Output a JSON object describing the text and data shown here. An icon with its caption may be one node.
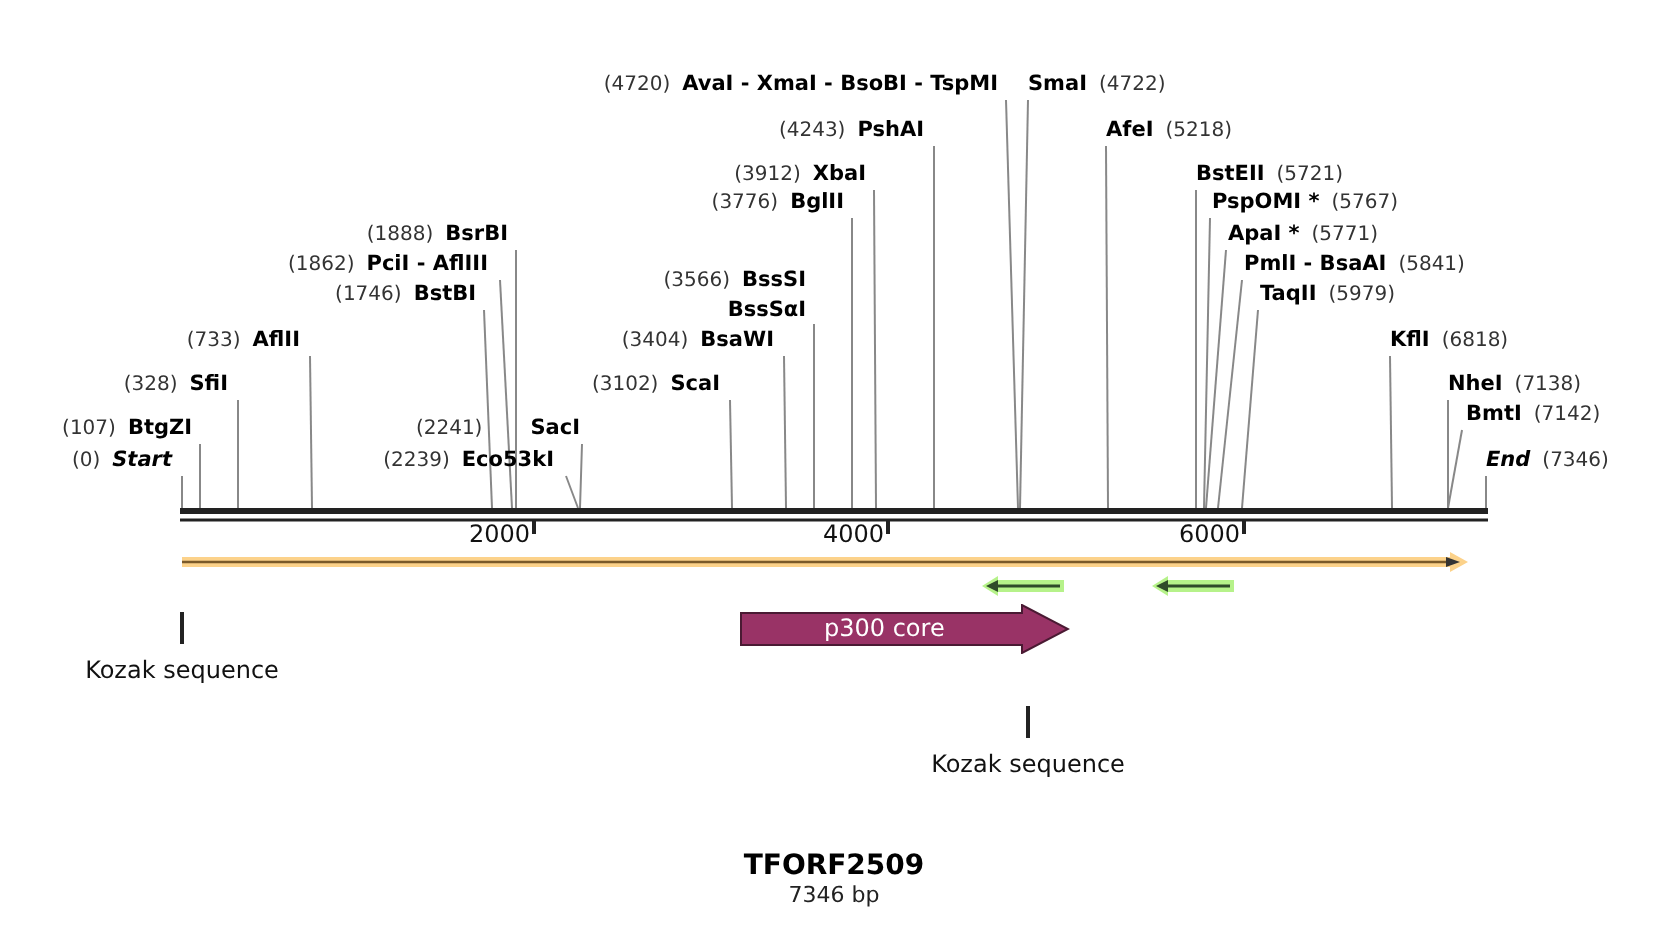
{
  "diagram": {
    "title": "TFORF2509",
    "nodes": [
      {
        "text": [
          "(4720)",
          "AvaI - XmaI - BsoBI - TspMI"
        ]
      },
      {
        "text": [
          "SmaI",
          "(4722)"
        ]
      },
      {
        "text": [
          "(4243)",
          "PshAI"
        ]
      },
      {
        "text": [
          "AfeI",
          "(5218)"
        ]
      },
      {
        "text": [
          "(3912)",
          "XbaI"
        ]
      },
      {
        "text": [
          "BstEII",
          "(5721)"
        ]
      },
      {
        "text": [
          "(3776)",
          "BglII"
        ]
      },
      {
        "text": [
          "PspOMI *",
          "(5767)"
        ]
      },
      {
        "text": [
          "(1888)",
          "BsrBI"
        ]
      },
      {
        "text": [
          "ApaI *",
          "(5771)"
        ]
      },
      {
        "text": [
          "(1862)",
          "PciI - AflIII"
        ]
      },
      {
        "text": [
          "PmlI - BsaAI",
          "(5841)"
        ]
      },
      {
        "text": [
          "(3566)",
          "BssSI",
          "BssSαI"
        ]
      },
      {
        "text": [
          "(1746)",
          "BstBI"
        ]
      },
      {
        "text": [
          "TaqII",
          "(5979)"
        ]
      },
      {
        "text": [
          "(733)",
          "AflII"
        ]
      },
      {
        "text": [
          "(3404)",
          "BsaWI"
        ]
      },
      {
        "text": [
          "KflI",
          "(6818)"
        ]
      },
      {
        "text": [
          "(328)",
          "SfiI"
        ]
      },
      {
        "text": [
          "(3102)",
          "ScaI"
        ]
      },
      {
        "text": [
          "NheI",
          "(7138)"
        ]
      },
      {
        "text": [
          "(107)",
          "BtgZI"
        ]
      },
      {
        "text": [
          "(2241)",
          "SacI"
        ]
      },
      {
        "text": [
          "BmtI",
          "(7142)"
        ]
      },
      {
        "text": [
          "(0)",
          "Start"
        ]
      },
      {
        "text": [
          "(2239)",
          "Eco53kI"
        ]
      },
      {
        "text": [
          "End",
          "(7346)"
        ]
      },
      {
        "text": [],
        "shape": "arrow"
      },
      {
        "text": [],
        "shape": "arrow"
      },
      {
        "text": [],
        "shape": "arrow"
      },
      {
        "text": [
          "Kozak sequence"
        ]
      },
      {
        "text": [
          "p300 core"
        ]
      },
      {
        "text": [
          "Kozak sequence"
        ]
      },
      {
        "text": [],
        "shape": "bar"
      }
    ],
    "edges": [
      {
        "from": 0,
        "to": 33,
        "arrow": "none"
      },
      {
        "from": 1,
        "to": 33,
        "arrow": "none"
      },
      {
        "from": 2,
        "to": 33,
        "arrow": "none"
      },
      {
        "from": 3,
        "to": 33,
        "arrow": "none"
      },
      {
        "from": 4,
        "to": 33,
        "arrow": "none"
      },
      {
        "from": 5,
        "to": 33,
        "arrow": "none"
      },
      {
        "from": 6,
        "to": 33,
        "arrow": "none"
      },
      {
        "from": 7,
        "to": 33,
        "arrow": "none"
      },
      {
        "from": 8,
        "to": 33,
        "arrow": "none"
      },
      {
        "from": 9,
        "to": 33,
        "arrow": "none"
      },
      {
        "from": 10,
        "to": 33,
        "arrow": "none"
      },
      {
        "from": 11,
        "to": 33,
        "arrow": "none"
      },
      {
        "from": 12,
        "to": 33,
        "arrow": "none"
      },
      {
        "from": 13,
        "to": 33,
        "arrow": "none"
      },
      {
        "from": 14,
        "to": 33,
        "arrow": "none"
      },
      {
        "from": 15,
        "to": 33,
        "arrow": "none"
      },
      {
        "from": 16,
        "to": 33,
        "arrow": "none"
      },
      {
        "from": 17,
        "to": 33,
        "arrow": "none"
      },
      {
        "from": 18,
        "to": 33,
        "arrow": "none"
      },
      {
        "from": 19,
        "to": 33,
        "arrow": "none"
      },
      {
        "from": 20,
        "to": 33,
        "arrow": "none"
      },
      {
        "from": 21,
        "to": 33,
        "arrow": "none"
      },
      {
        "from": 22,
        "to": 33,
        "arrow": "none"
      },
      {
        "from": 23,
        "to": 33,
        "arrow": "none"
      },
      {
        "from": 24,
        "to": 33,
        "arrow": "none"
      },
      {
        "from": 25,
        "to": 33,
        "arrow": "none"
      },
      {
        "from": 26,
        "to": 33,
        "arrow": "none"
      }
    ],
    "labels": [
      "2000",
      "4000",
      "6000",
      "7346 bp"
    ]
  }
}
